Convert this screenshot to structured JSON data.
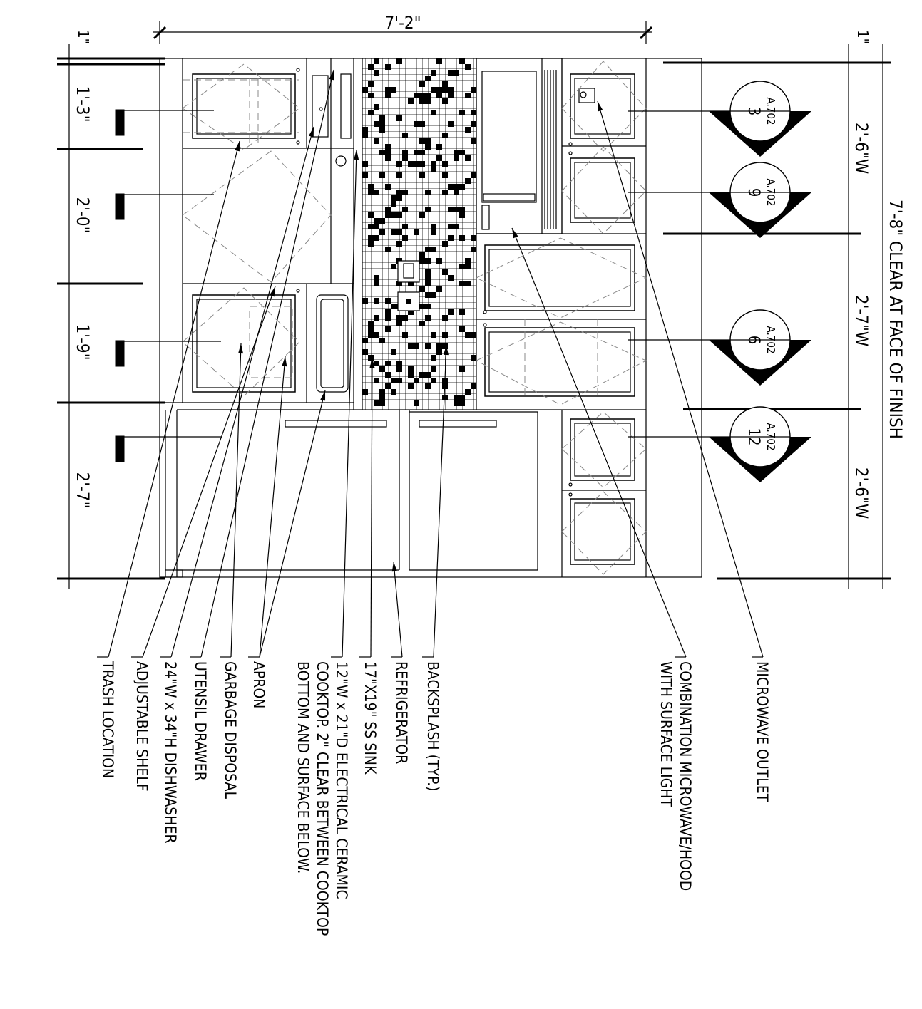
{
  "dimensions": {
    "overall_width": "7'-2\"",
    "left_top_offset": "1\"",
    "right_top_offset": "1\"",
    "left_segments": [
      "1'-3\"",
      "2'-0\"",
      "1'-9\"",
      "2'-7\""
    ],
    "right_segments": [
      "2'-6\"W",
      "2'-7\"W",
      "2'-6\"W"
    ],
    "clear_height": "7'-8\" CLEAR AT FACE OF FINISH"
  },
  "section_tags": [
    {
      "number": "3",
      "sheet": "A.702"
    },
    {
      "number": "9",
      "sheet": "A.702"
    },
    {
      "number": "6",
      "sheet": "A.702"
    },
    {
      "number": "12",
      "sheet": "A.702"
    }
  ],
  "notes": [
    {
      "id": "trash",
      "lines": [
        "TRASH LOCATION"
      ]
    },
    {
      "id": "shelf",
      "lines": [
        "ADJUSTABLE SHELF"
      ]
    },
    {
      "id": "dishwasher",
      "lines": [
        "24\"W x 34\"H DISHWASHER"
      ]
    },
    {
      "id": "utensil",
      "lines": [
        "UTENSIL DRAWER"
      ]
    },
    {
      "id": "disposal",
      "lines": [
        "GARBAGE DISPOSAL"
      ]
    },
    {
      "id": "apron",
      "lines": [
        "APRON"
      ]
    },
    {
      "id": "cooktop",
      "lines": [
        "12\"W x 21\"D ELECTRICAL CERAMIC",
        "COOKTOP. 2\" CLEAR BETWEEN COOKTOP",
        "BOTTOM AND SURFACE BELOW."
      ]
    },
    {
      "id": "sink",
      "lines": [
        "17\"X19\" SS SINK"
      ]
    },
    {
      "id": "fridge",
      "lines": [
        "REFRIGERATOR"
      ]
    },
    {
      "id": "backsplash",
      "lines": [
        "BACKSPLASH (TYP.)"
      ]
    },
    {
      "id": "microhood",
      "lines": [
        "COMBINATION MICROWAVE/HOOD",
        "WITH SURFACE LIGHT"
      ]
    },
    {
      "id": "outlet",
      "lines": [
        "MICROWAVE OUTLET"
      ]
    }
  ]
}
